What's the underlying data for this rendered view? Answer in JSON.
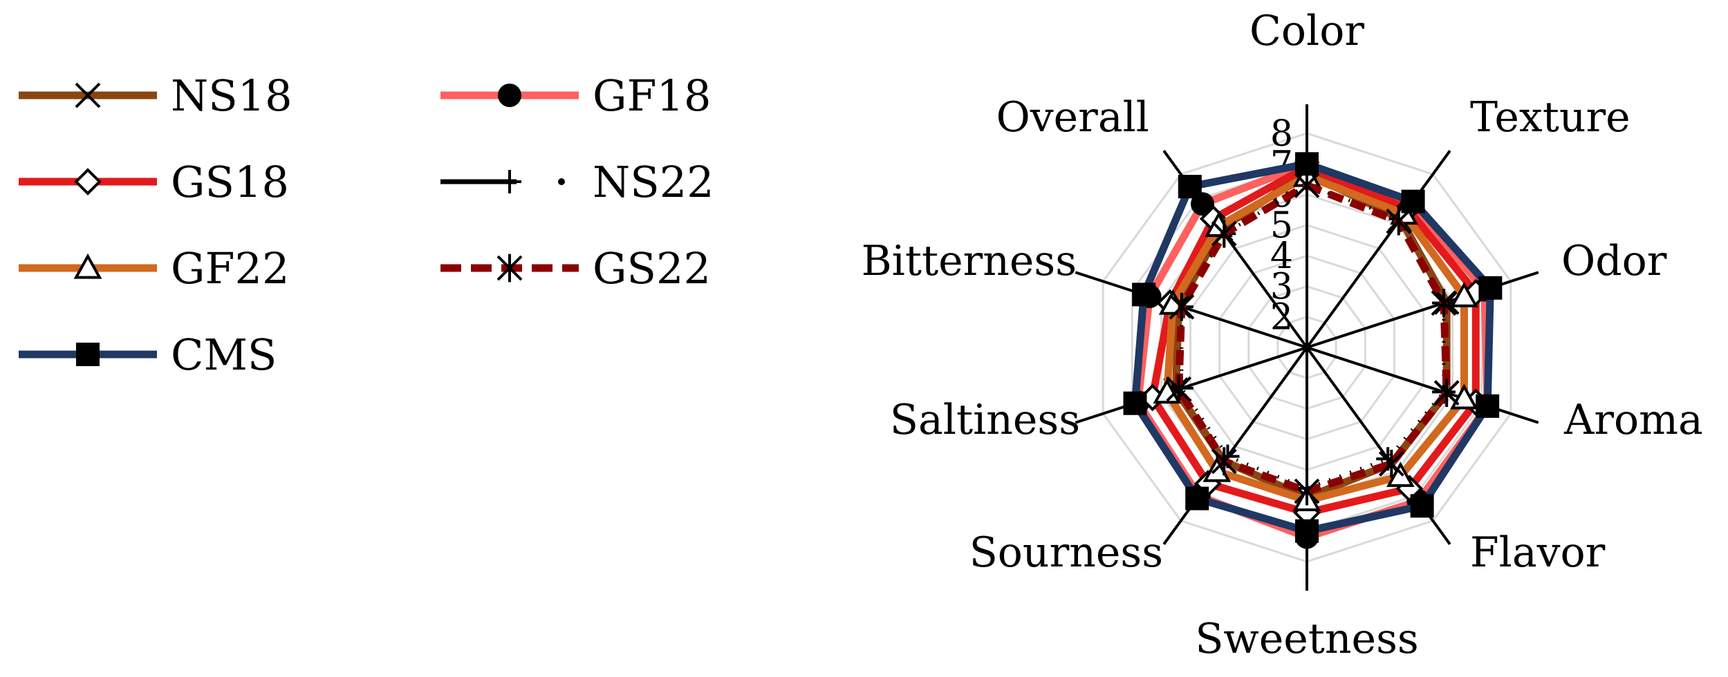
{
  "chart_data": {
    "type": "radar",
    "title": "",
    "axes": [
      "Color",
      "Texture",
      "Odor",
      "Aroma",
      "Flavor",
      "Sweetness",
      "Sourness",
      "Saltiness",
      "Bitterness",
      "Overall"
    ],
    "rlim": [
      1,
      8
    ],
    "ticks": [
      "2",
      "3",
      "4",
      "5",
      "6",
      "7",
      "8"
    ],
    "tick_values": [
      2,
      3,
      4,
      5,
      6,
      7,
      8
    ],
    "grid": true,
    "legend_position": "left",
    "series": [
      {
        "name": "NS18",
        "color": "#8B4513",
        "marker": "x",
        "dash": "solid",
        "values": [
          6.7,
          6.2,
          5.8,
          5.8,
          5.7,
          5.9,
          5.6,
          5.5,
          5.4,
          5.8
        ]
      },
      {
        "name": "GF18",
        "color": "#FF6060",
        "marker": "circle",
        "dash": "solid",
        "values": [
          7.0,
          6.8,
          7.1,
          7.2,
          7.2,
          7.2,
          7.0,
          6.8,
          6.4,
          6.8
        ]
      },
      {
        "name": "GS18",
        "color": "#E31A1C",
        "marker": "diamond",
        "dash": "solid",
        "values": [
          6.9,
          6.6,
          6.8,
          6.8,
          6.7,
          6.4,
          6.5,
          6.3,
          5.7,
          6.2
        ]
      },
      {
        "name": "NS22",
        "color": "#000000",
        "marker": "plus",
        "dash": "dot",
        "values": [
          6.3,
          6.2,
          5.7,
          5.7,
          5.5,
          5.6,
          5.4,
          5.3,
          5.3,
          5.6
        ]
      },
      {
        "name": "GF22",
        "color": "#D2691E",
        "marker": "triangle",
        "dash": "solid",
        "values": [
          6.6,
          6.4,
          6.4,
          6.4,
          6.2,
          6.0,
          6.0,
          5.8,
          5.6,
          5.9
        ]
      },
      {
        "name": "GS22",
        "color": "#8B0000",
        "marker": "asterisk",
        "dash": "dashed",
        "values": [
          6.3,
          6.1,
          5.7,
          5.8,
          5.7,
          5.7,
          5.6,
          5.4,
          5.3,
          5.6
        ]
      },
      {
        "name": "CMS",
        "color": "#1F3864",
        "marker": "square",
        "dash": "solid",
        "values": [
          7.0,
          6.9,
          7.3,
          7.2,
          7.4,
          7.0,
          7.1,
          6.9,
          6.6,
          7.5
        ]
      }
    ],
    "legend_order": [
      "NS18",
      "GF18",
      "GS18",
      "NS22",
      "GF22",
      "GS22",
      "CMS"
    ]
  }
}
